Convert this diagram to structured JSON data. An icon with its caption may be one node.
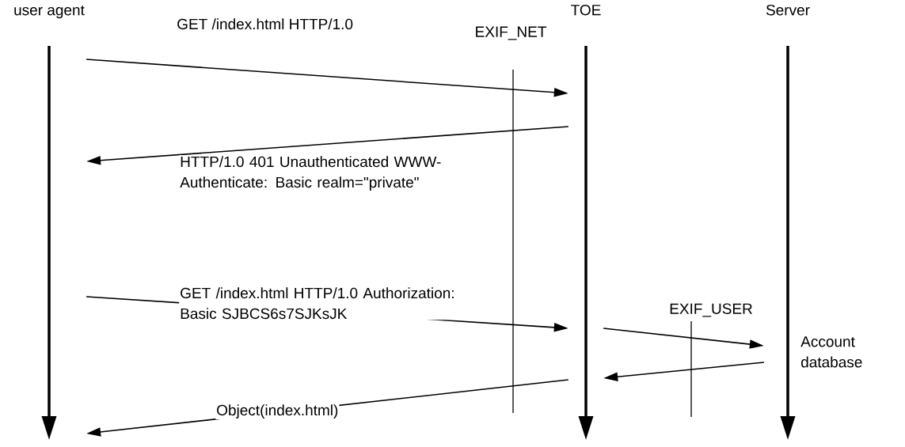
{
  "diagram": {
    "nodes": [
      {
        "text": [
          "user agent"
        ]
      },
      {
        "text": [
          "TOE"
        ]
      },
      {
        "text": [
          "Server"
        ],
        "beside": [
          "Account database"
        ]
      }
    ],
    "edges": [
      {
        "from": 0,
        "to": 1,
        "arrow": "to",
        "label": "GET /index.html HTTP/1.0"
      },
      {
        "from": 1,
        "to": 0,
        "arrow": "to",
        "label": "HTTP/1.0 401 Unauthenticated WWW-Authenticate: Basic realm=\"private\""
      },
      {
        "from": 0,
        "to": 1,
        "arrow": "to",
        "label": "GET /index.html HTTP/1.0 Authorization: Basic SJBCS6s7SJKsJK"
      },
      {
        "from": 1,
        "to": 2,
        "arrow": "to"
      },
      {
        "from": 2,
        "to": 1,
        "arrow": "to"
      },
      {
        "from": 1,
        "to": 0,
        "arrow": "to",
        "label": "Object(index.html)"
      }
    ],
    "labels": [
      "EXIF_NET",
      "EXIF_USER"
    ]
  }
}
